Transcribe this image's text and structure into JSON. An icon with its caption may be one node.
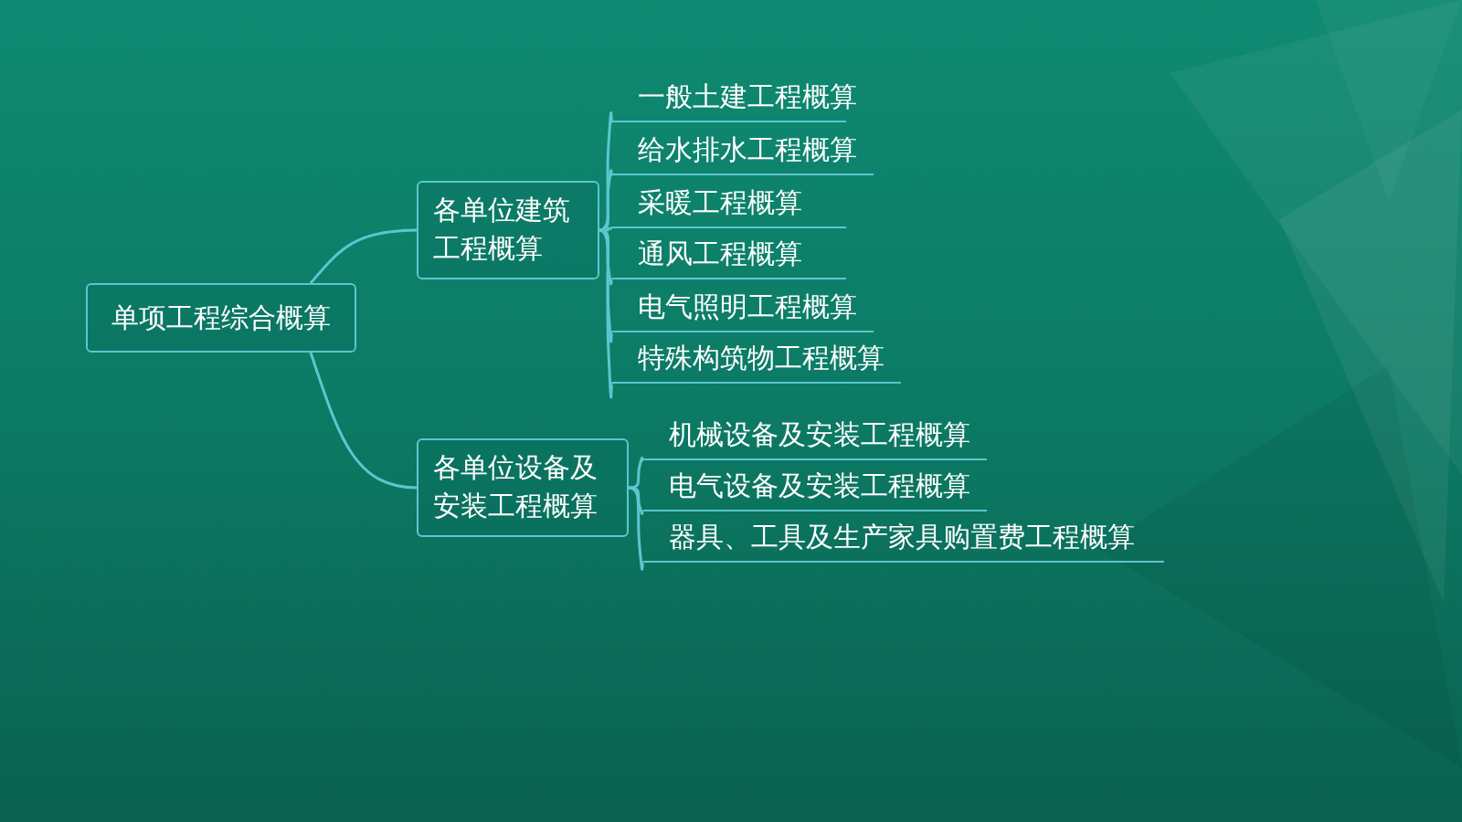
{
  "diagram": {
    "nodes": [
      {
        "text": [
          "单项工程综合概算"
        ]
      },
      {
        "text": [
          "各单位建筑工程概算"
        ]
      },
      {
        "text": [
          "各单位设备及安装工程概算"
        ]
      },
      {
        "text": [
          "一般土建工程概算"
        ]
      },
      {
        "text": [
          "给水排水工程概算"
        ]
      },
      {
        "text": [
          "采暖工程概算"
        ]
      },
      {
        "text": [
          "通风工程概算"
        ]
      },
      {
        "text": [
          "电气照明工程概算"
        ]
      },
      {
        "text": [
          "特殊构筑物工程概算"
        ]
      },
      {
        "text": [
          "机械设备及安装工程概算"
        ]
      },
      {
        "text": [
          "电气设备及安装工程概算"
        ]
      },
      {
        "text": [
          "器具、工具及生产家具购置费工程概算"
        ]
      }
    ],
    "edges": [
      {
        "from": 0,
        "to": 1,
        "arrow": "none"
      },
      {
        "from": 0,
        "to": 2,
        "arrow": "none"
      },
      {
        "from": 1,
        "to": 3,
        "arrow": "none"
      },
      {
        "from": 1,
        "to": 4,
        "arrow": "none"
      },
      {
        "from": 1,
        "to": 5,
        "arrow": "none"
      },
      {
        "from": 1,
        "to": 6,
        "arrow": "none"
      },
      {
        "from": 1,
        "to": 7,
        "arrow": "none"
      },
      {
        "from": 1,
        "to": 8,
        "arrow": "none"
      },
      {
        "from": 2,
        "to": 9,
        "arrow": "none"
      },
      {
        "from": 2,
        "to": 10,
        "arrow": "none"
      },
      {
        "from": 2,
        "to": 11,
        "arrow": "none"
      }
    ]
  }
}
